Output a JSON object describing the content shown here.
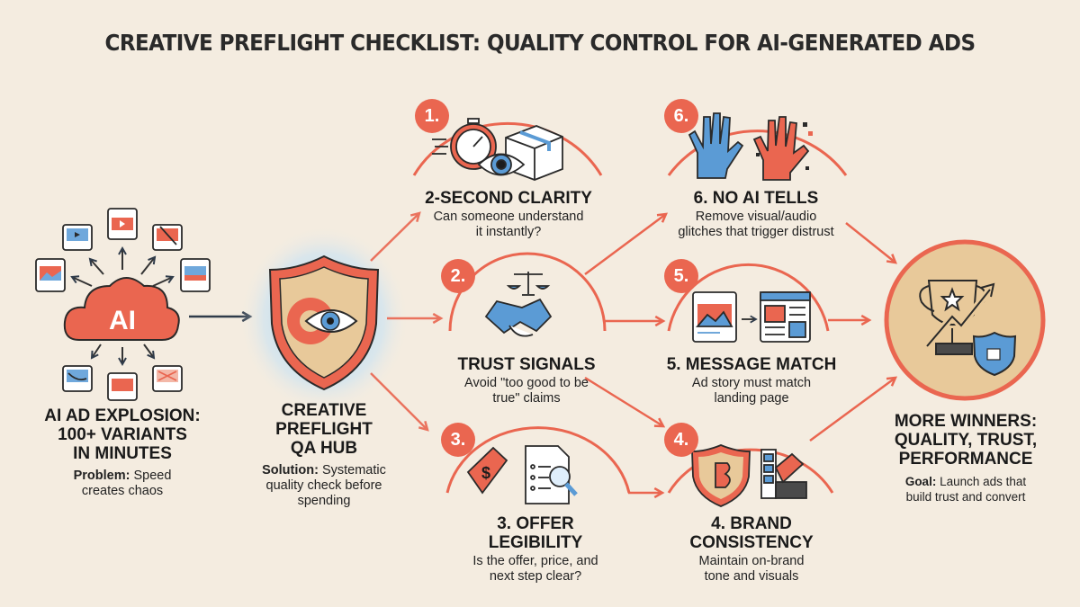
{
  "title": "CREATIVE PREFLIGHT CHECKLIST: QUALITY CONTROL FOR AI-GENERATED ADS",
  "colors": {
    "background": "#f4ece0",
    "accent": "#ea6650",
    "blue": "#5b9bd5",
    "tan": "#e8c99a",
    "ink": "#1d1d1d"
  },
  "problem": {
    "icon": "ai-cloud-icon",
    "cloud_label": "AI",
    "heading_lines": [
      "AI AD EXPLOSION:",
      "100+ VARIANTS",
      "IN MINUTES"
    ],
    "label": "Problem:",
    "text_lines": [
      "Speed",
      "creates chaos"
    ]
  },
  "hub": {
    "icon": "shield-gear-eye-icon",
    "heading_lines": [
      "CREATIVE",
      "PREFLIGHT",
      "QA HUB"
    ],
    "label": "Solution:",
    "text_lines": [
      "Systematic",
      "quality check before",
      "spending"
    ]
  },
  "steps": [
    {
      "badge": "1.",
      "icon": "stopwatch-eye-box-icon",
      "heading": "2-SECOND CLARITY",
      "desc_lines": [
        "Can someone understand",
        "it instantly?"
      ]
    },
    {
      "badge": "2.",
      "icon": "scales-handshake-icon",
      "heading": "TRUST SIGNALS",
      "desc_lines": [
        "Avoid \"too good to be",
        "true\" claims"
      ]
    },
    {
      "badge": "3.",
      "icon": "price-tag-document-icon",
      "heading_lines": [
        "3. OFFER",
        "LEGIBILITY"
      ],
      "desc_lines": [
        "Is the offer, price, and",
        "next step clear?"
      ]
    },
    {
      "badge": "4.",
      "icon": "brand-shield-swatches-icon",
      "heading_lines": [
        "4. BRAND",
        "CONSISTENCY"
      ],
      "desc_lines": [
        "Maintain on-brand",
        "tone and visuals"
      ]
    },
    {
      "badge": "5.",
      "icon": "ad-to-landing-page-icon",
      "heading": "5. MESSAGE MATCH",
      "desc_lines": [
        "Ad story must match",
        "landing page"
      ]
    },
    {
      "badge": "6.",
      "icon": "human-vs-glitch-hand-icon",
      "heading": "6. NO AI TELLS",
      "desc_lines": [
        "Remove visual/audio",
        "glitches that trigger distrust"
      ]
    }
  ],
  "goal": {
    "icon": "trophy-growth-thumbsup-icon",
    "heading_lines": [
      "MORE WINNERS:",
      "QUALITY, TRUST,",
      "PERFORMANCE"
    ],
    "label": "Goal:",
    "text_lines": [
      "Launch ads that",
      "build trust and convert"
    ]
  }
}
